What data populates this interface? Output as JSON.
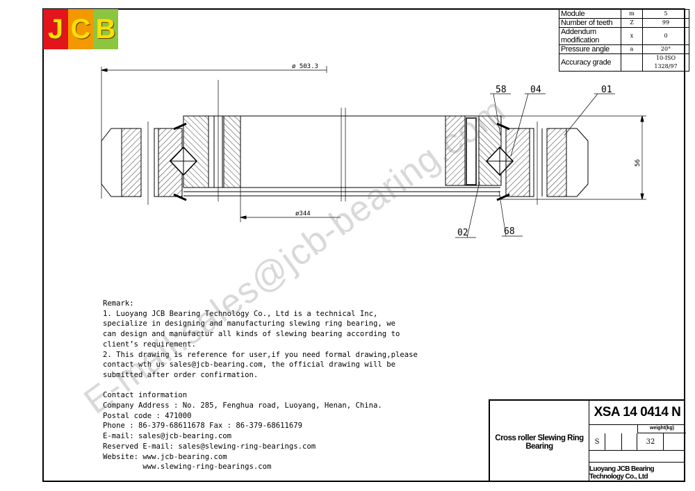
{
  "logo": {
    "letters": [
      "J",
      "C",
      "B"
    ],
    "colors": [
      "#e4141b",
      "#f39800",
      "#8cc63f"
    ]
  },
  "spec_table": [
    {
      "label": "Module",
      "symbol": "m",
      "value": "5"
    },
    {
      "label": "Number of teeth",
      "symbol": "Z",
      "value": "99"
    },
    {
      "label": "Addendum modification",
      "symbol": "x",
      "value": "0"
    },
    {
      "label": "Pressure angle",
      "symbol": "a",
      "value": "20°"
    },
    {
      "label": "Accuracy grade",
      "symbol": "",
      "value": "10-ISO 1328/97"
    }
  ],
  "dimensions": {
    "outer_dia": "ø 503.3",
    "inner_dia": "ø344",
    "height": "56"
  },
  "part_labels": {
    "p58": "58",
    "p04": "04",
    "p01": "01",
    "p02": "02",
    "p68": "68"
  },
  "notes": {
    "remark_title": "Remark:",
    "remark_lines": [
      "1. Luoyang JCB Bearing Technology Co., Ltd is a technical Inc,",
      "specialize in designing and manufacturing slewing ring bearing, we",
      "can design and manufactur all kinds of slewing bearing according to",
      "client’s requirement.",
      "2. This drawing is reference for user,if you need formal drawing,please",
      "contact wth us sales@jcb-bearing.com, the official drawing will be",
      "submitted after order confirmation."
    ],
    "contact_title": "Contact information",
    "contact_lines": [
      "Company Address : No. 285, Fenghua road, Luoyang, Henan, China.",
      "Postal code : 471000",
      "Phone : 86-379-68611678 Fax : 86-379-68611679",
      "E-mail: sales@jcb-bearing.com",
      "Reserved E-mail: sales@slewing-ring-bearings.com",
      "Website: www.jcb-bearing.com",
      "         www.slewing-ring-bearings.com"
    ]
  },
  "watermark": "E-mail:sales@jcb-bearing.com",
  "title_block": {
    "product_name": "Cross roller Slewing Ring Bearing",
    "model": "XSA 14 0414 N",
    "weight_label": "weight(kg)",
    "material": "S",
    "weight": "32",
    "company": "Luoyang JCB Bearing Technology Co., Ltd"
  }
}
